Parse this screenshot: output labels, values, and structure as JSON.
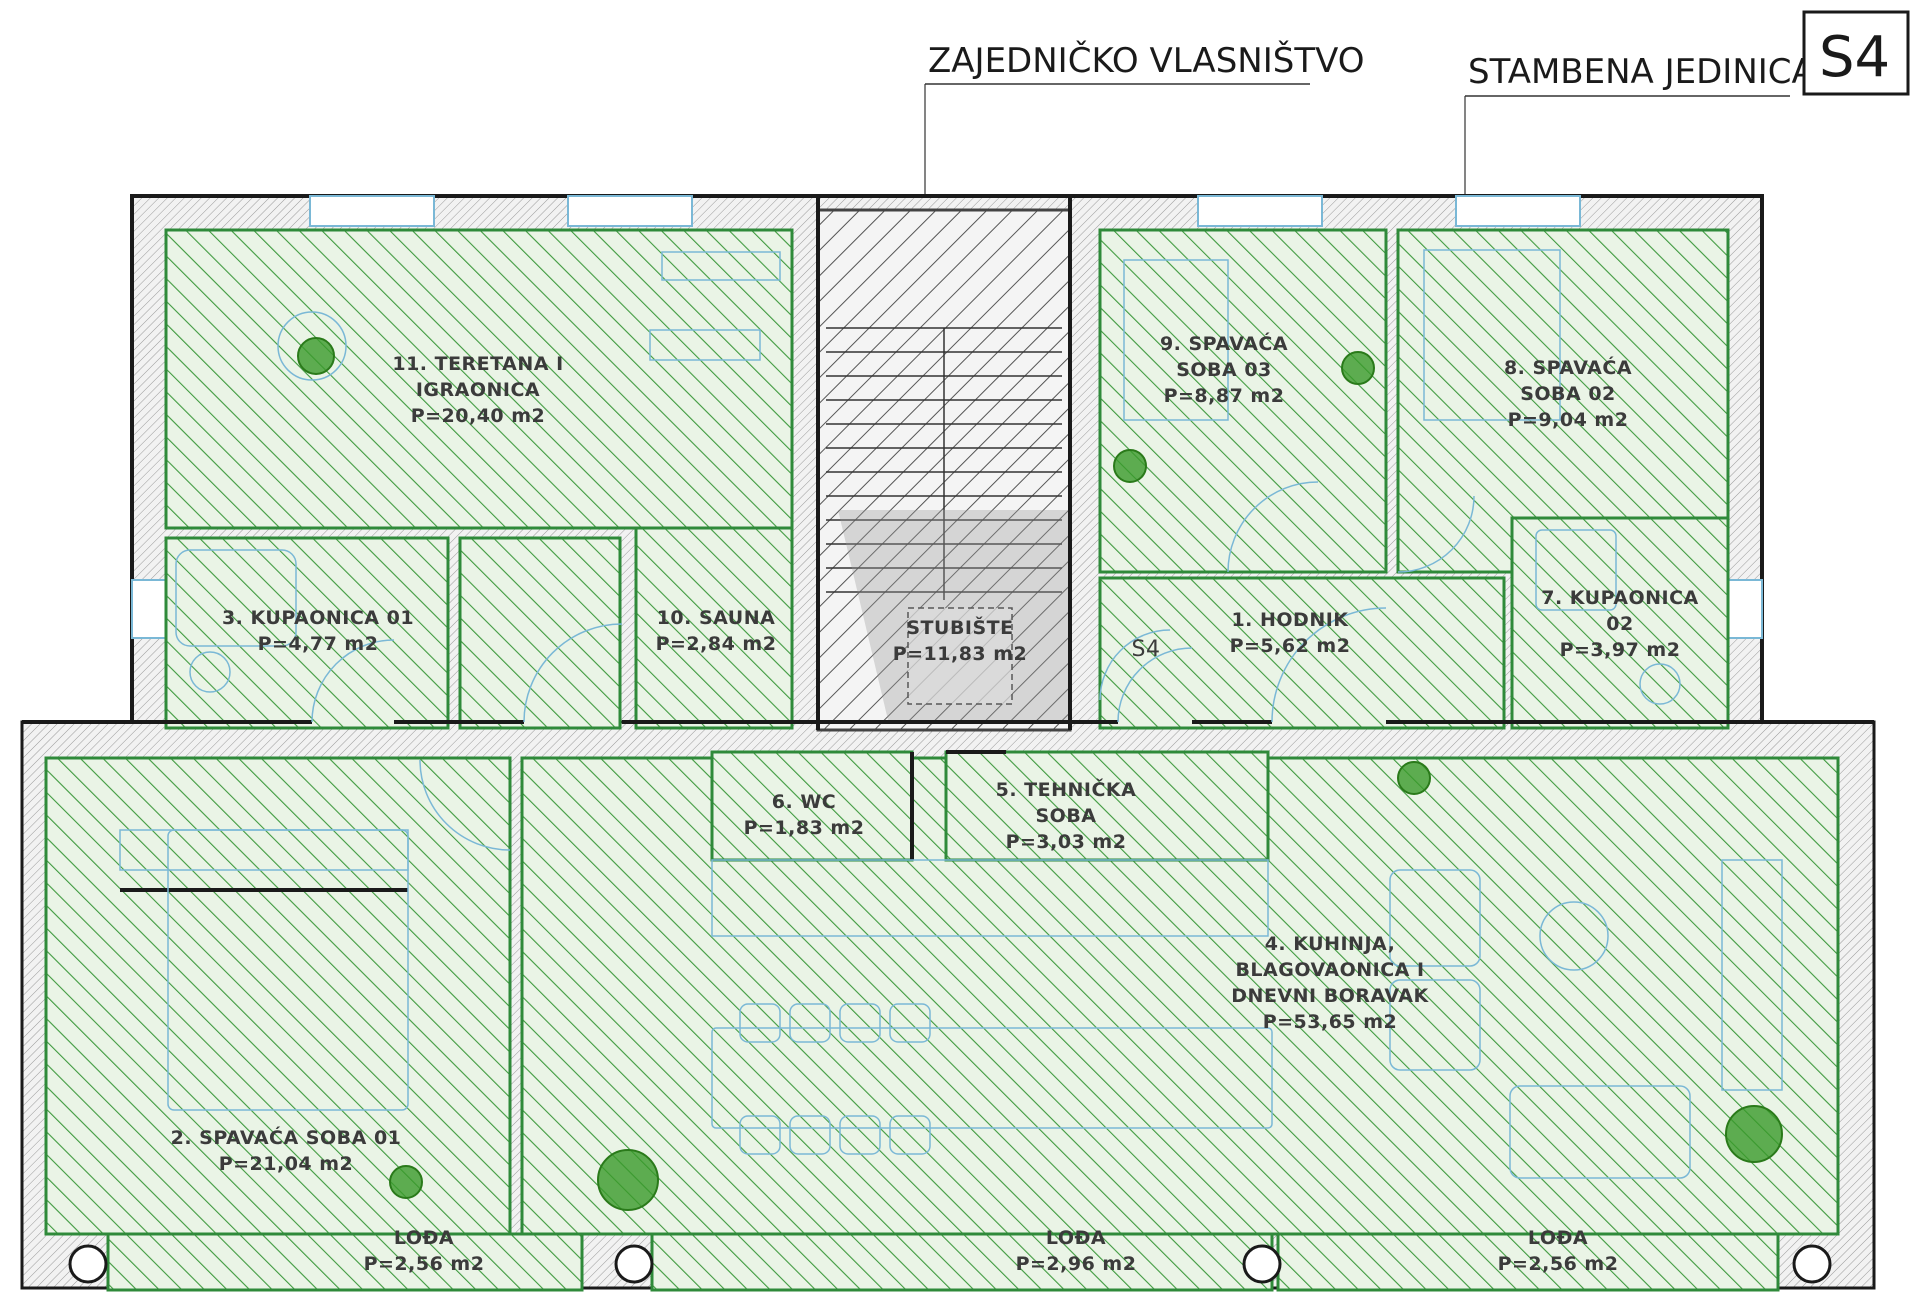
{
  "header": {
    "common_ownership": "ZAJEDNIČKO VLASNIŠTVO",
    "unit_label": "STAMBENA  JEDINICA",
    "unit_code": "S4"
  },
  "colors": {
    "room_fill": "#e6f2e2",
    "room_hatch": "#2e8b2e",
    "room_border": "#2f8a3a",
    "wall": "#1a1a1a",
    "furniture": "#7ab8d6",
    "stair_hatch": "#555555",
    "plant": "#3a9a2a"
  },
  "rooms": {
    "teretana": {
      "line1": "11. TERETANA I",
      "line2": "IGRAONICA",
      "area": "P=20,40 m2"
    },
    "kupaonica01": {
      "line1": "3. KUPAONICA 01",
      "area": "P=4,77 m2"
    },
    "sauna": {
      "line1": "10. SAUNA",
      "area": "P=2,84 m2"
    },
    "stubiste": {
      "line1": "STUBIŠTE",
      "area": "P=11,83 m2"
    },
    "spavaca03": {
      "line1": "9. SPAVAĆA",
      "line2": "SOBA 03",
      "area": "P=8,87 m2"
    },
    "spavaca02": {
      "line1": "8. SPAVAĆA",
      "line2": "SOBA 02",
      "area": "P=9,04 m2"
    },
    "hodnik": {
      "line1": "1. HODNIK",
      "area": "P=5,62 m2",
      "tag": "S4"
    },
    "kupaonica02": {
      "line1": "7. KUPAONICA",
      "line2": "02",
      "area": "P=3,97 m2"
    },
    "wc": {
      "line1": "6. WC",
      "area": "P=1,83 m2"
    },
    "tehnicka": {
      "line1": "5. TEHNIČKA",
      "line2": "SOBA",
      "area": "P=3,03 m2"
    },
    "kuhinja": {
      "line1": "4. KUHINJA,",
      "line2": "BLAGOVAONICA I",
      "line3": "DNEVNI BORAVAK",
      "area": "P=53,65 m2"
    },
    "spavaca01": {
      "line1": "2. SPAVAĆA SOBA 01",
      "area": "P=21,04 m2"
    },
    "loda1": {
      "line1": "LOĐA",
      "area": "P=2,56 m2"
    },
    "loda2": {
      "line1": "LOĐA",
      "area": "P=2,96 m2"
    },
    "loda3": {
      "line1": "LOĐA",
      "area": "P=2,56 m2"
    }
  }
}
